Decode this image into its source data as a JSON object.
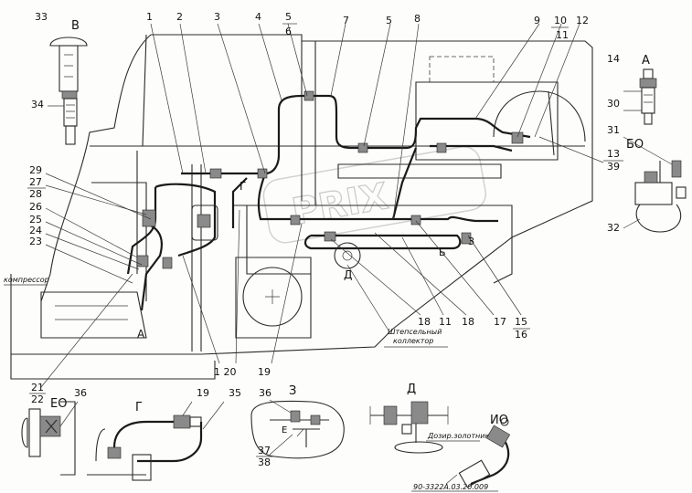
{
  "callouts": {
    "n1": "1",
    "n2": "2",
    "n3": "3",
    "n4": "4",
    "n5a": "5",
    "n6": "6",
    "n7": "7",
    "n5b": "5",
    "n8": "8",
    "n9": "9",
    "n10": "10",
    "n11top": "11",
    "n12": "12",
    "n14": "14",
    "n30": "30",
    "n31": "31",
    "n13": "13",
    "n39": "39",
    "n32": "32",
    "n33": "33",
    "n34": "34",
    "n29": "29",
    "n27": "27",
    "n28": "28",
    "n26": "26",
    "n25": "25",
    "n24": "24",
    "n23": "23",
    "n21": "21",
    "n22": "22",
    "n120": "1 20",
    "n19": "19",
    "n18a": "18",
    "n11b": "11",
    "n18b": "18",
    "n17": "17",
    "n15": "15",
    "n16": "16",
    "n36a": "36",
    "n19b": "19",
    "n35": "35",
    "n36b": "36",
    "n37": "37",
    "n38": "38"
  },
  "views": {
    "v_b": "В",
    "v_a": "А",
    "v_bo": "БО",
    "v_g1": "Г",
    "v_g2": "Г",
    "v_a2": "А",
    "v_d1": "Д",
    "v_d2": "Д",
    "v_eo": "ЕО",
    "v_z": "З",
    "v_e": "Е",
    "v_io": "ИО",
    "v_b2": "Б",
    "v_z2": "З"
  },
  "annotations": {
    "compressor": "компрессор",
    "collector1": "Штепсельный",
    "collector2": "коллектор",
    "spool": "Дозир.золотник",
    "partno": "90-3322А.03.20.009"
  },
  "watermark": "PRIX"
}
